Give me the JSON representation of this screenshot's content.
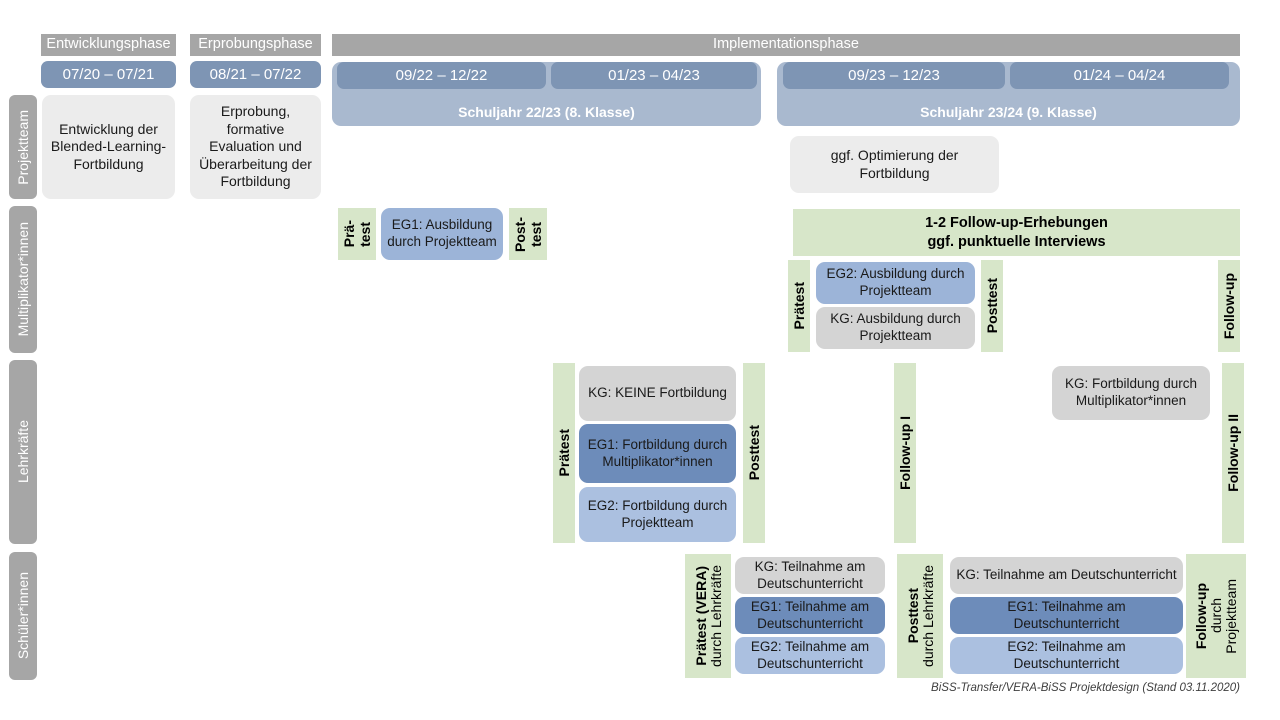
{
  "phases": [
    {
      "label": "Entwicklungsphase"
    },
    {
      "label": "Erprobungsphase"
    },
    {
      "label": "Implementationsphase"
    }
  ],
  "dates": [
    {
      "label": "07/20 – 07/21"
    },
    {
      "label": "08/21 – 07/22"
    },
    {
      "label": "09/22 – 12/22"
    },
    {
      "label": "01/23 – 04/23"
    },
    {
      "label": "09/23 – 12/23"
    },
    {
      "label": "01/24 – 04/24"
    }
  ],
  "school_years": [
    {
      "label": "Schuljahr 22/23 (8. Klasse)"
    },
    {
      "label": "Schuljahr 23/24 (9. Klasse)"
    }
  ],
  "rows": [
    {
      "label": "Projektteam"
    },
    {
      "label": "Multiplikator*innen"
    },
    {
      "label": "Lehrkräfte"
    },
    {
      "label": "Schüler*innen"
    }
  ],
  "projektteam": {
    "entwicklung": "Entwicklung der Blended-Learning-Fortbildung",
    "erprobung": "Erprobung, formative Evaluation und Überarbeitung der Fortbildung",
    "optimierung": "ggf. Optimierung der Fortbildung"
  },
  "multiplikatoren": {
    "praetest_line1": "Prä-",
    "praetest_line2": "test",
    "posttest_line1": "Post-",
    "posttest_line2": "test",
    "eg1": "EG1: Ausbildung durch Projektteam",
    "followup_banner_line1": "1-2 Follow-up-Erhebungen",
    "followup_banner_line2": "ggf. punktuelle Interviews",
    "praetest2": "Prätest",
    "posttest2": "Posttest",
    "eg2": "EG2: Ausbildung durch Projektteam",
    "kg": "KG: Ausbildung durch Projektteam",
    "followup": "Follow-up"
  },
  "lehrkraefte": {
    "praetest": "Prätest",
    "posttest": "Posttest",
    "kg": "KG:  KEINE Fortbildung",
    "eg1": "EG1: Fortbildung durch Multiplikator*innen",
    "eg2": "EG2: Fortbildung durch Projektteam",
    "followup1": "Follow-up I",
    "kg2": "KG: Fortbildung durch Multiplikator*innen",
    "followup2": "Follow-up II"
  },
  "schueler": {
    "praetest_bold": "Prätest (VERA)",
    "praetest_sub": "durch Lehrkräfte",
    "posttest_bold": "Posttest",
    "posttest_sub": "durch Lehrkräfte",
    "followup_bold": "Follow-up",
    "followup_sub1": "durch",
    "followup_sub2": "Projektteam",
    "kg": "KG: Teilnahme am Deutschunterricht",
    "eg1": "EG1: Teilnahme am Deutschunterricht",
    "eg2": "EG2: Teilnahme am Deutschunterricht"
  },
  "footer": {
    "text": "BiSS-Transfer/VERA-BiSS Projektdesign (Stand 03.11.2020)"
  },
  "colors": {
    "grey_bar": "#a6a6a6",
    "date_chip": "#7e95b4",
    "year_band": "#a9b9cf",
    "green": "#d7e6c9",
    "blue_dark": "#6d8cba",
    "blue_mid": "#9cb4d8",
    "blue_light": "#abc0e0",
    "card_grey": "#ececec",
    "card_grey2": "#d4d4d4"
  }
}
